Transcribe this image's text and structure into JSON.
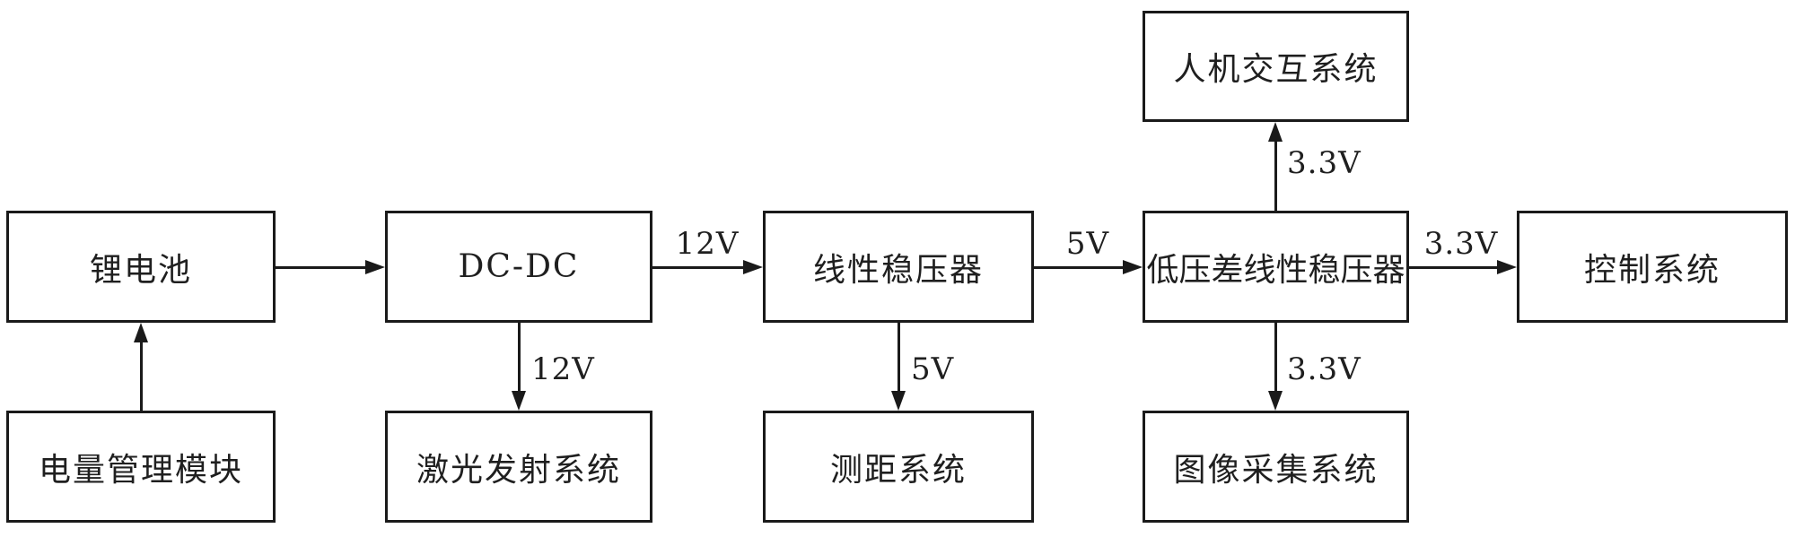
{
  "diagram": {
    "title": "power-supply-block-diagram",
    "colors": {
      "line": "#1a1a1a",
      "text": "#1f1f1f",
      "background": "#ffffff"
    },
    "nodes": {
      "battery": {
        "label": "锂电池"
      },
      "power_mgmt": {
        "label": "电量管理模块"
      },
      "dcdc": {
        "label": "DC-DC"
      },
      "laser": {
        "label": "激光发射系统"
      },
      "linear_reg": {
        "label": "线性稳压器"
      },
      "ranging": {
        "label": "测距系统"
      },
      "ldo": {
        "label": "低压差线性稳压器"
      },
      "hmi": {
        "label": "人机交互系统"
      },
      "image_capture": {
        "label": "图像采集系统"
      },
      "control": {
        "label": "控制系统"
      }
    },
    "edges": {
      "dcdc_to_linear_reg": {
        "label": "12V"
      },
      "dcdc_to_laser": {
        "label": "12V"
      },
      "linear_reg_to_ldo": {
        "label": "5V"
      },
      "linear_reg_to_ranging": {
        "label": "5V"
      },
      "ldo_to_control": {
        "label": "3.3V"
      },
      "ldo_to_hmi": {
        "label": "3.3V"
      },
      "ldo_to_image_capture": {
        "label": "3.3V"
      }
    }
  }
}
